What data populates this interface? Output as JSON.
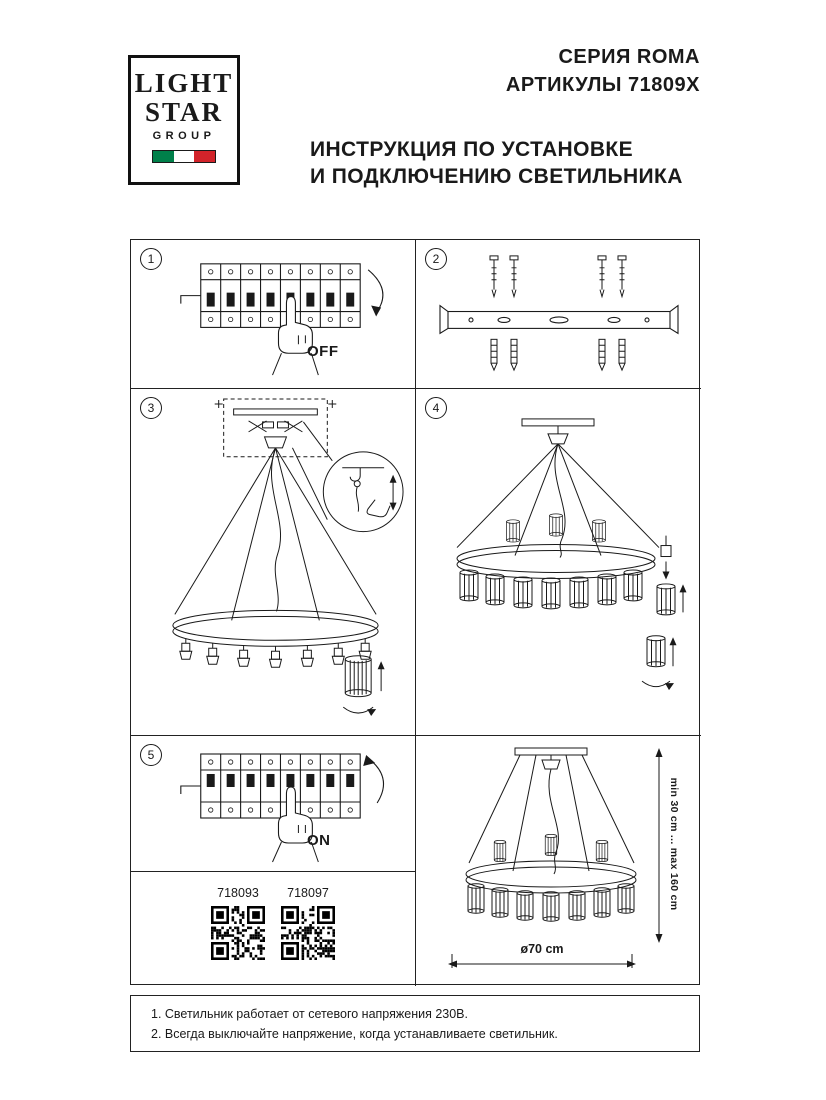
{
  "logo": {
    "line1": "LIGHT",
    "line2": "STAR",
    "line3": "GROUP"
  },
  "header": {
    "series": "СЕРИЯ ROMA",
    "articles": "АРТИКУЛЫ 71809X",
    "title_line1": "ИНСТРУКЦИЯ ПО УСТАНОВКЕ",
    "title_line2": "И ПОДКЛЮЧЕНИЮ СВЕТИЛЬНИКА"
  },
  "steps": {
    "s1": {
      "number": "1",
      "switch_label": "OFF"
    },
    "s2": {
      "number": "2"
    },
    "s3": {
      "number": "3"
    },
    "s4": {
      "number": "4"
    },
    "s5": {
      "number": "5",
      "switch_label": "ON"
    }
  },
  "article_codes": {
    "code1": "718093",
    "code2": "718097"
  },
  "dimensions": {
    "height_range": "min 30 cm ... max 160 cm",
    "diameter": "ø70 cm"
  },
  "notes": {
    "line1": "1. Светильник работает от сетевого напряжения 230В.",
    "line2": "2. Всегда выключайте напряжение, когда устанавливаете светильник."
  },
  "colors": {
    "ink": "#1a1a1a",
    "flag_green": "#00804a",
    "flag_red": "#d2232a"
  }
}
